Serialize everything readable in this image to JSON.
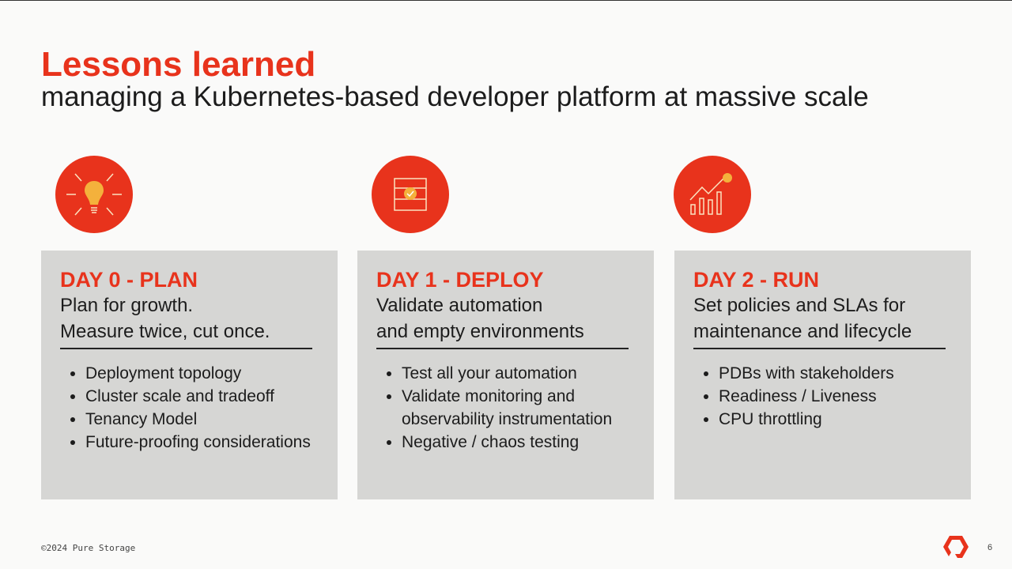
{
  "title": "Lessons learned",
  "subtitle": "managing a Kubernetes-based developer platform at massive scale",
  "icons": [
    "lightbulb-icon",
    "checklist-icon",
    "growth-chart-icon"
  ],
  "accent": "#e8331c",
  "cards": [
    {
      "heading": "DAY 0 - PLAN",
      "lead1": "Plan for growth.",
      "lead2": "Measure twice, cut once.",
      "items": [
        "Deployment topology",
        "Cluster scale and tradeoff",
        "Tenancy Model",
        "Future-proofing considerations"
      ]
    },
    {
      "heading": "DAY 1 - DEPLOY",
      "lead1": "Validate automation",
      "lead2": "and empty environments",
      "items": [
        "Test all your automation",
        "Validate monitoring and observability instrumentation",
        "Negative / chaos testing"
      ]
    },
    {
      "heading": "DAY 2 - RUN",
      "lead1": "Set policies and SLAs for",
      "lead2": "maintenance and lifecycle",
      "items": [
        "PDBs with stakeholders",
        "Readiness / Liveness",
        "CPU throttling"
      ]
    }
  ],
  "footer": {
    "copyright": "©2024 Pure Storage",
    "page": "6"
  }
}
